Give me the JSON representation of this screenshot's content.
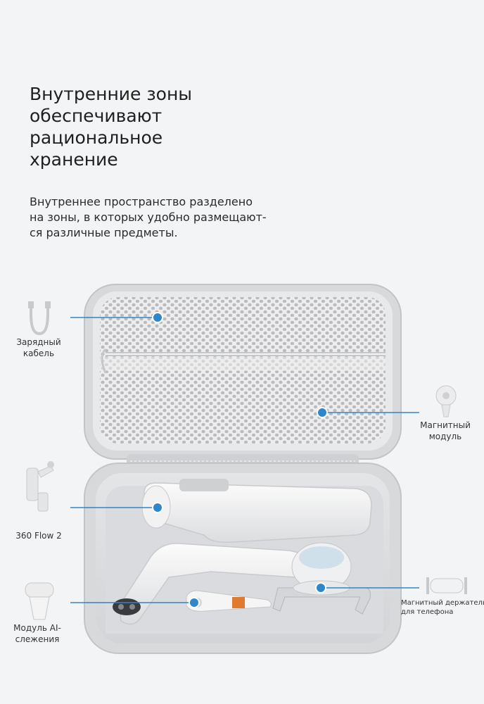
{
  "headline": {
    "lines": [
      "Внутренние зоны",
      "обеспечивают",
      "рациональное",
      "хранение"
    ]
  },
  "description": {
    "lines": [
      "Внутреннее пространство разделено",
      "на зоны, в которых удобно размещают-",
      "ся различные предметы."
    ]
  },
  "callouts": {
    "charging_cable": [
      "Зарядный",
      "кабель"
    ],
    "magnetic_module": [
      "Магнитный",
      "модуль"
    ],
    "flow2": [
      "360 Flow 2"
    ],
    "ai_module": [
      "Модуль AI-",
      "слежения"
    ],
    "phone_holder": [
      "Магнитный держатель",
      "для телефона"
    ]
  },
  "colors": {
    "background": "#f3f4f5",
    "accent": "#2f86c9",
    "case_shell": "#d9dadc"
  }
}
